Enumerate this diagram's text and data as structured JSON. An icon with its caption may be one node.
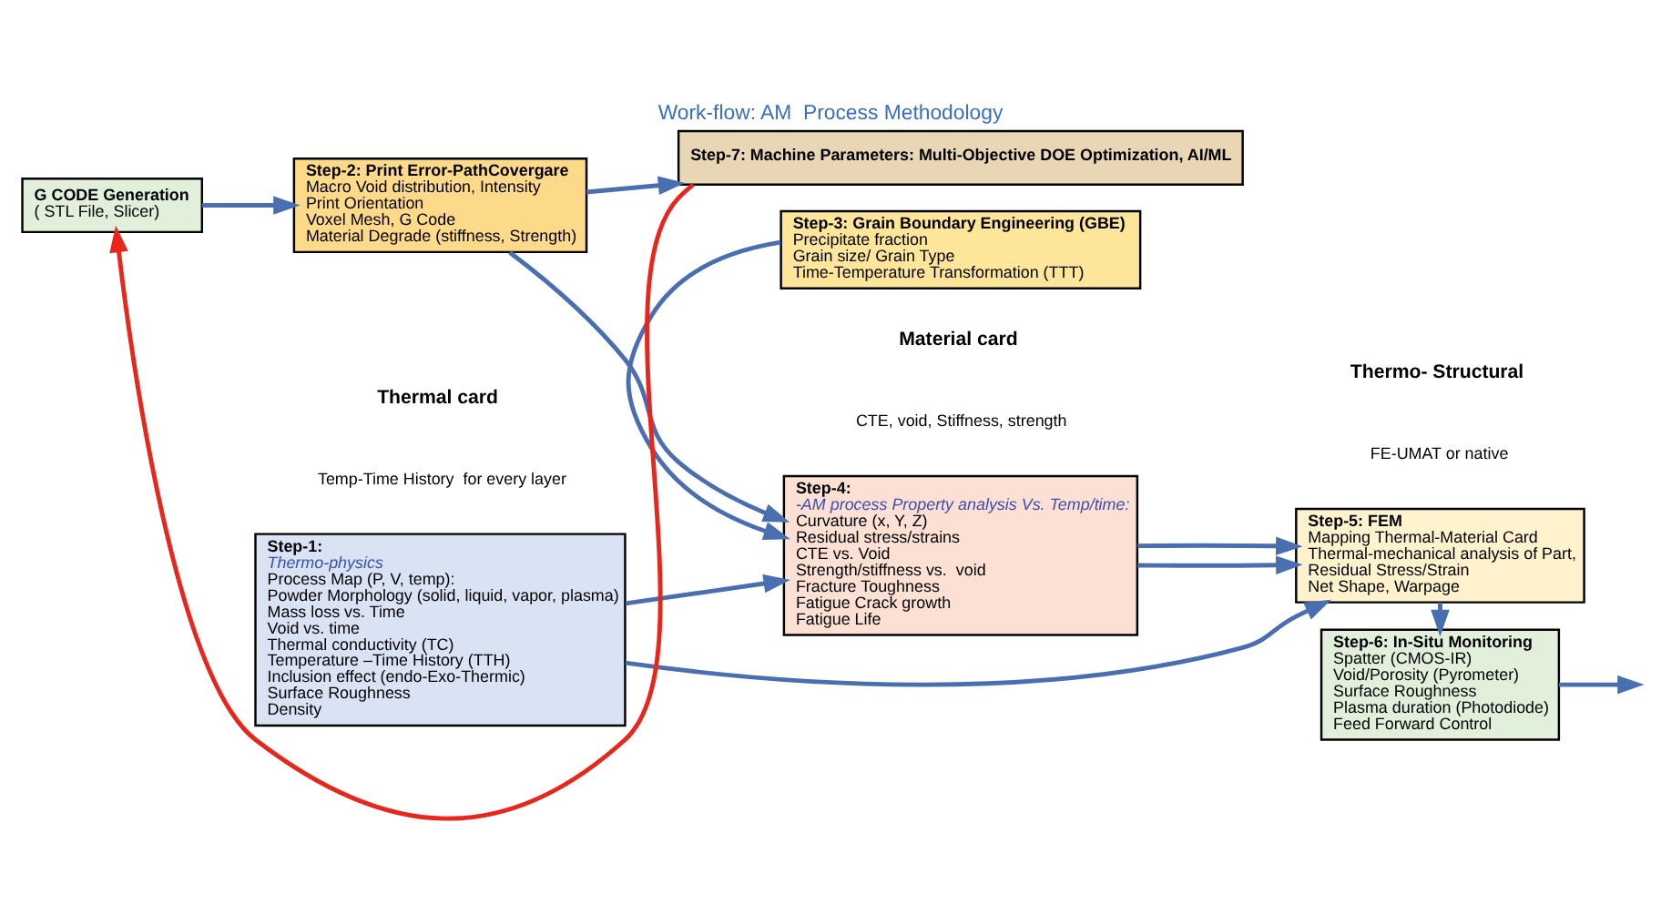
{
  "diagram": {
    "title": "Work-flow: AM  Process Methodology",
    "nodes": [
      {
        "text": [
          "G CODE Generation",
          "( STL File, Slicer)"
        ]
      },
      {
        "text": [
          "Step-1:",
          "Thermo-physics",
          "Process Map (P, V, temp):",
          "Powder Morphology (solid, liquid, vapor, plasma)",
          "Mass loss vs. Time",
          "Void vs. time",
          "Thermal conductivity (TC)",
          "Temperature –Time History (TTH)",
          "Inclusion effect (endo-Exo-Thermic)",
          "Surface Roughness",
          "Density"
        ]
      },
      {
        "text": [
          "Step-2: Print Error-PathCovergare",
          "Macro Void distribution, Intensity",
          "Print Orientation",
          "Voxel Mesh, G Code",
          "Material Degrade (stiffness, Strength)"
        ]
      },
      {
        "text": [
          "Step-4:",
          "-AM process Property analysis Vs. Temp/time:",
          "Curvature (x, Y, Z)",
          "Residual stress/strains",
          "CTE vs. Void",
          "Strength/stiffness vs.  void",
          "Fracture Toughness",
          "Fatigue Crack growth",
          "Fatigue Life"
        ]
      },
      {
        "text": [
          "Step-3: Grain Boundary Engineering (GBE)",
          "Precipitate fraction",
          "Grain size/ Grain Type",
          "Time-Temperature Transformation (TTT)"
        ]
      },
      {
        "text": [
          "Step-5: FEM",
          "Mapping Thermal-Material Card",
          "Thermal-mechanical analysis of Part,",
          "Residual Stress/Strain",
          "Net Shape, Warpage"
        ]
      },
      {
        "text": [
          "Step-6: In-Situ Monitoring",
          "Spatter (CMOS-IR)",
          "Void/Porosity (Pyrometer)",
          "Surface Roughness",
          "Plasma duration (Photodiode)",
          "Feed Forward Control"
        ]
      },
      {
        "text": [
          "Step-7: Machine Parameters: Multi-Objective DOE Optimization, AI/ML"
        ]
      }
    ],
    "edges": [
      {
        "from": 0,
        "to": 2,
        "arrow": "to"
      },
      {
        "from": 1,
        "to": 3,
        "arrow": "to"
      },
      {
        "from": 1,
        "to": 5,
        "arrow": "to"
      },
      {
        "from": 3,
        "to": 5,
        "arrow": "to"
      },
      {
        "from": 3,
        "to": 5,
        "arrow": "to"
      },
      {
        "from": 2,
        "to": 3,
        "arrow": "to"
      },
      {
        "from": 4,
        "to": 3,
        "arrow": "to"
      },
      {
        "from": 5,
        "to": 6,
        "arrow": "to"
      },
      {
        "from": 6,
        "to": null,
        "arrow": "to"
      },
      {
        "from": 2,
        "to": 7,
        "arrow": "to"
      },
      {
        "from": 7,
        "to": 0,
        "arrow": "to",
        "color": "#e8261c"
      }
    ],
    "labels": [
      "Thermal card",
      "Temp-Time History  for every layer",
      "Material card",
      "CTE, void, Stiffness, strength",
      "Thermo- Structural",
      "FE-UMAT or native"
    ]
  }
}
